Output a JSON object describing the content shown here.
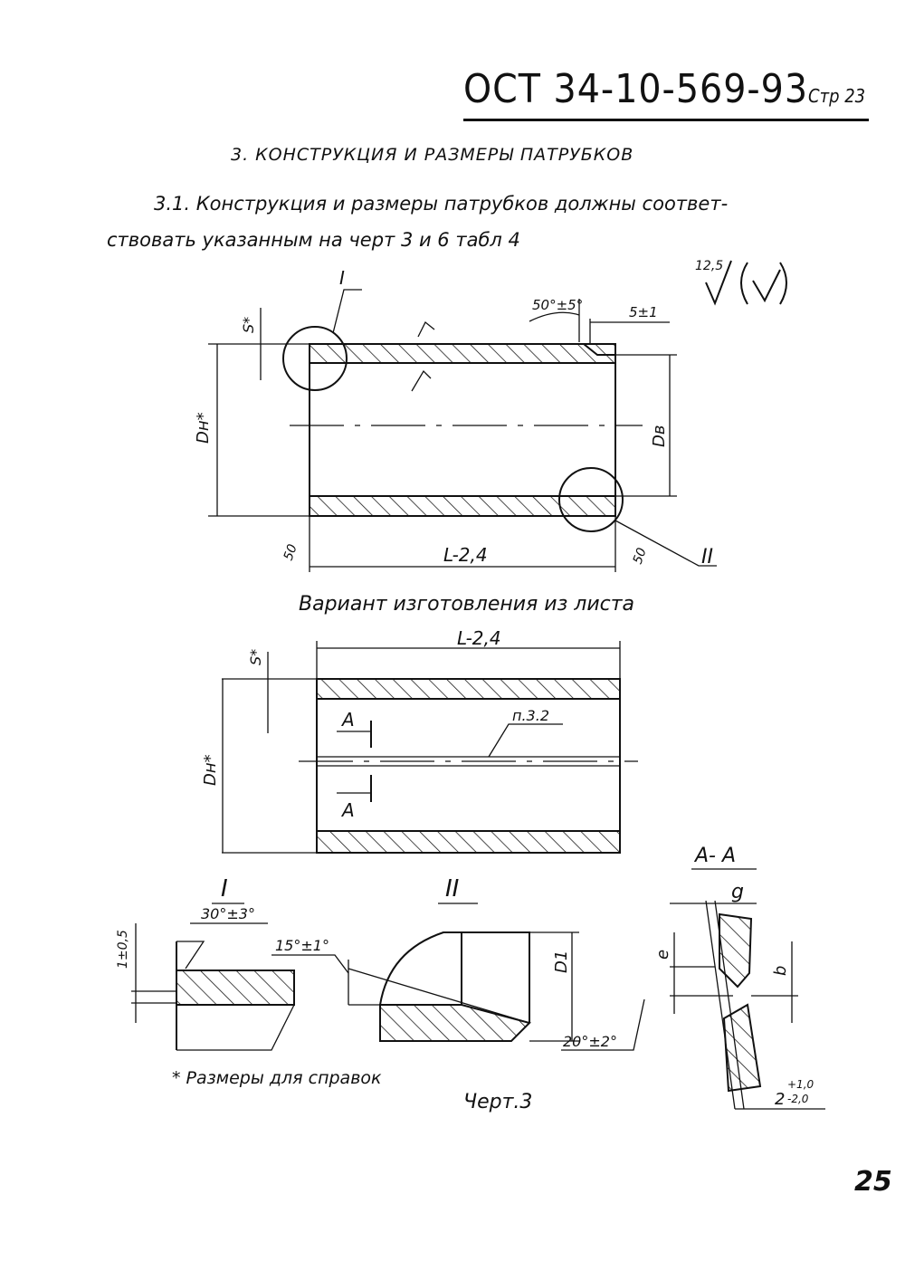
{
  "header": {
    "doc_code": "ОСТ 34-10-569-93",
    "sheet": "Стр 23"
  },
  "section": {
    "title": "3. КОНСТРУКЦИЯ И РАЗМЕРЫ ПАТРУБКОВ"
  },
  "paragraph": {
    "text": "3.1. Конструкция и размеры патрубков должны соответ- ствовать указанным на черт 3 и 6 табл 4"
  },
  "drawing": {
    "roughness_value": "12,5",
    "labels": {
      "detail_1": "I",
      "detail_2": "II",
      "wall_s": "S*",
      "outer_d": "Dн*",
      "inner_d": "Dв",
      "bevel_top": "50°±5°",
      "land_top": "5±1",
      "length_top": "L-2,4",
      "bevel_left": "50",
      "bevel_right": "50",
      "length_bottom": "L-2,4",
      "section_letter": "A",
      "seam_ref": "п.3.2",
      "section_aa": "A- A",
      "angle_30": "30°±3°",
      "land_1": "1±0,5",
      "angle_15": "15°±1°",
      "d1": "D1",
      "gap_g": "g",
      "dim_e": "e",
      "dim_b": "b",
      "angle_20": "20°±2°",
      "gap_2": "2",
      "tol_plus": "+1,0",
      "tol_minus": "-2,0"
    }
  },
  "captions": {
    "variant": "Вариант изготовления из листа",
    "footnote": "* Размеры для справок",
    "figure": "Черт.3"
  },
  "page_number": "25"
}
